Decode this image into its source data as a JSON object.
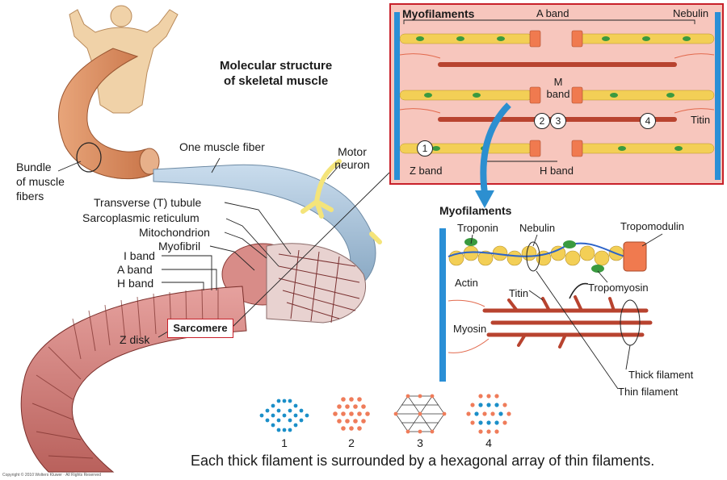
{
  "title_line1": "Molecular structure",
  "title_line2": "of skeletal muscle",
  "labels": {
    "bundle_line1": "Bundle",
    "bundle_line2": "of muscle",
    "bundle_line3": "fibers",
    "one_muscle_fiber": "One  muscle fiber",
    "motor_line1": "Motor",
    "motor_line2": "neuron",
    "t_tubule": "Transverse (T) tubule",
    "sr": "Sarcoplasmic reticulum",
    "mitochondrion": "Mitochondrion",
    "myofibril": "Myofibril",
    "i_band": "I band",
    "a_band": "A band",
    "h_band": "H band",
    "z_disk": "Z disk",
    "sarcomere": "Sarcomere"
  },
  "top_inset": {
    "title": "Myofilaments",
    "a_band": "A band",
    "nebulin": "Nebulin",
    "m_line1": "M",
    "m_line2": "band",
    "titin": "Titin",
    "z_band": "Z band",
    "h_band": "H band",
    "markers": [
      "1",
      "2",
      "3",
      "4"
    ]
  },
  "bottom_inset": {
    "title": "Myofilaments",
    "troponin": "Troponin",
    "nebulin": "Nebulin",
    "tropomodulin": "Tropomodulin",
    "actin": "Actin",
    "tropomyosin": "Tropomyosin",
    "titin": "Titin",
    "myosin": "Myosin",
    "thick_filament": "Thick filament",
    "thin_filament": "Thin filament"
  },
  "arrays": [
    "1",
    "2",
    "3",
    "4"
  ],
  "caption": "Each thick filament is surrounded by a hexagonal array of thin filaments.",
  "copyright": "Copyright © 2010 Wolters Kluwer · All Rights Reserved",
  "colors": {
    "inset_border": "#c8202a",
    "sarcomere_bg": "#f7c6bd",
    "thick_filament": "#b8432f",
    "actin_bead": "#f3cf56",
    "tropomyosin": "#3a9a3f",
    "nebulin": "#2c63c8",
    "z_disk": "#2a8fd6",
    "cap": "#f07a4f",
    "thin_dot": "#ef7c5a",
    "thick_dot": "#1b8fc8"
  }
}
